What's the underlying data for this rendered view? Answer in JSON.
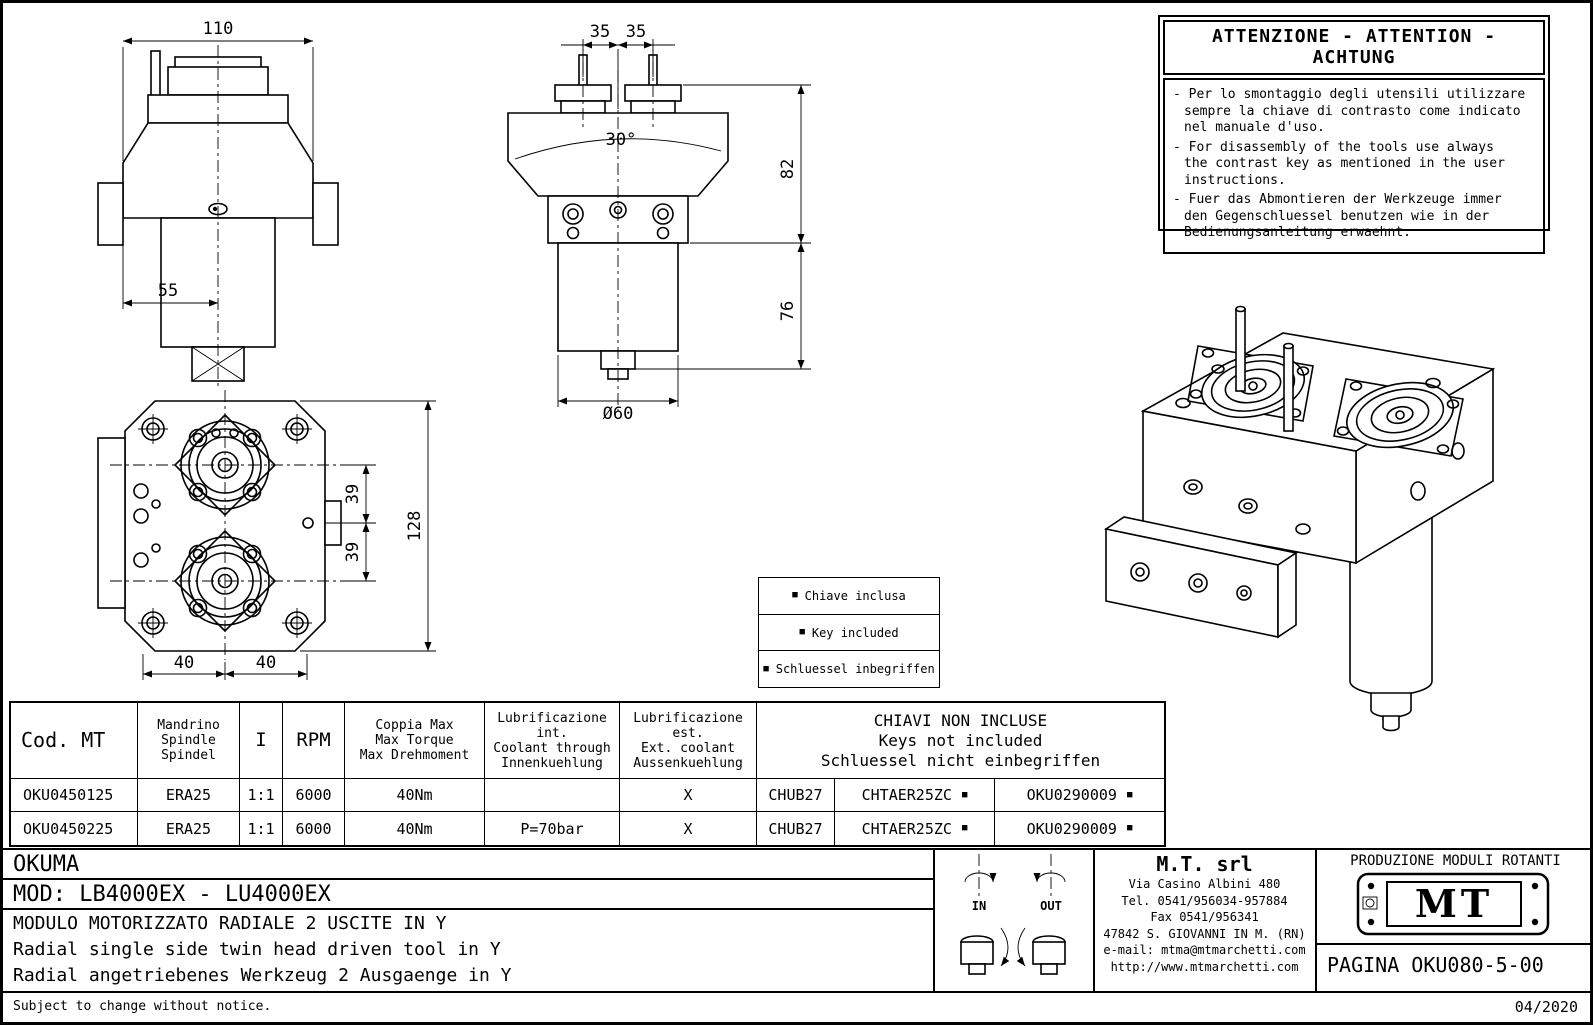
{
  "attention": {
    "title": "ATTENZIONE - ATTENTION - ACHTUNG",
    "items": [
      "- Per lo smontaggio degli utensili utilizzare\nsempre la chiave di contrasto come indicato\nnel manuale d'uso.",
      "- For disassembly of the tools use always\nthe contrast key as mentioned in the user\ninstructions.",
      "- Fuer das Abmontieren der Werkzeuge immer\nden Gegenschluessel benutzen wie in der\nBedienungsanleitung erwaehnt."
    ]
  },
  "key_box": {
    "items": [
      "Chiave inclusa",
      "Key included",
      "Schluessel inbegriffen"
    ]
  },
  "icons": {
    "square_marker": "■"
  },
  "dims": {
    "front_width": "110",
    "front_half": "55",
    "side_pitch_left": "35",
    "side_pitch_right": "35",
    "swivel_angle": "30°",
    "height_upper": "82",
    "height_lower": "76",
    "shaft_diameter": "Ø60",
    "spindle_pitch_upper": "39",
    "spindle_pitch_lower": "39",
    "overall_height": "128",
    "bottom_left": "40",
    "bottom_right": "40"
  },
  "table": {
    "headers": {
      "cod": "Cod. MT",
      "spindle": "Mandrino\nSpindle\nSpindel",
      "ratio": "I",
      "rpm": "RPM",
      "torque": "Coppia Max\nMax Torque\nMax Drehmoment",
      "coolant_int": "Lubrificazione int.\nCoolant through\nInnenkuehlung",
      "coolant_ext": "Lubrificazione est.\nExt. coolant\nAussenkuehlung",
      "keys": "CHIAVI NON INCLUSE\nKeys not included\nSchluessel nicht einbegriffen"
    },
    "rows": [
      {
        "cod": "OKU0450125",
        "spindle": "ERA25",
        "ratio": "1:1",
        "rpm": "6000",
        "torque": "40Nm",
        "coolant_int": "",
        "coolant_ext": "X",
        "key1": "CHUB27",
        "key2": "CHTAER25ZC",
        "key3": "OKU0290009"
      },
      {
        "cod": "OKU0450225",
        "spindle": "ERA25",
        "ratio": "1:1",
        "rpm": "6000",
        "torque": "40Nm",
        "coolant_int": "P=70bar",
        "coolant_ext": "X",
        "key1": "CHUB27",
        "key2": "CHTAER25ZC",
        "key3": "OKU0290009"
      }
    ]
  },
  "titleblock": {
    "brand": "OKUMA",
    "model": "MOD: LB4000EX - LU4000EX",
    "descriptions": [
      "MODULO MOTORIZZATO RADIALE 2 USCITE IN Y",
      "Radial single side twin head driven tool in Y",
      "Radial angetriebenes Werkzeug 2 Ausgaenge in Y"
    ],
    "direction": {
      "in": "IN",
      "out": "OUT"
    },
    "company": {
      "name": "M.T. srl",
      "address": [
        "Via Casino Albini 480",
        "Tel. 0541/956034-957884",
        "Fax 0541/956341",
        "47842 S. GIOVANNI IN M. (RN)",
        "e-mail: mtma@mtmarchetti.com",
        "http://www.mtmarchetti.com"
      ]
    },
    "production": "PRODUZIONE MODULI ROTANTI",
    "logo_text": "MT",
    "page": "PAGINA OKU080-5-00"
  },
  "footer": {
    "note": "Subject to change without notice.",
    "date": "04/2020"
  }
}
